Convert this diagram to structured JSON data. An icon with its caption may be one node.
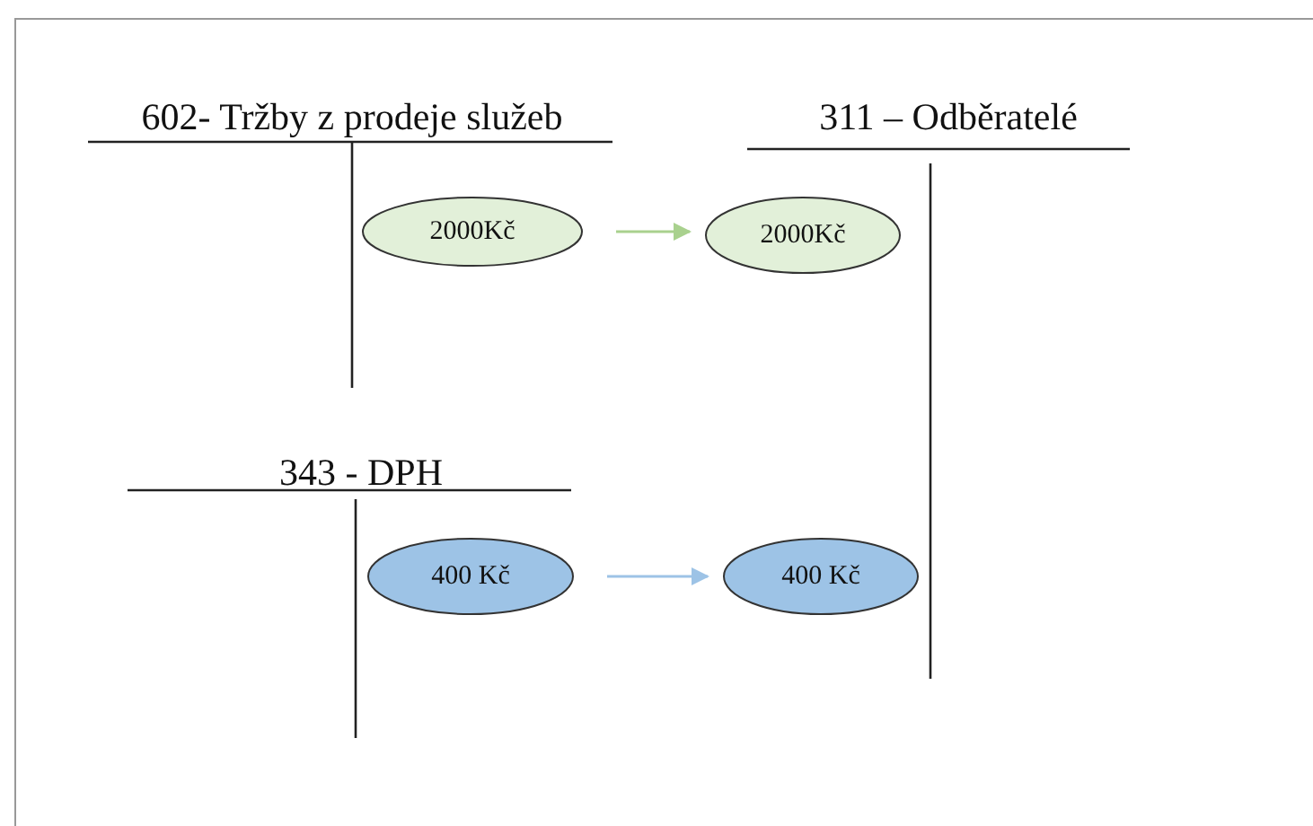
{
  "diagram": {
    "nodes": [
      {
        "text": [
          "602- Tržby z prodeje služeb"
        ]
      },
      {
        "text": [
          "2000Kč"
        ],
        "in": 0
      },
      {
        "text": [
          "311 – Odběratelé"
        ]
      },
      {
        "text": [
          "2000Kč"
        ],
        "in": 2
      },
      {
        "text": [
          "343 - DPH"
        ]
      },
      {
        "text": [
          "400 Kč"
        ],
        "in": 4
      },
      {
        "text": [
          "400 Kč"
        ],
        "in": 2
      }
    ],
    "edges": [
      {
        "from": 1,
        "to": 3,
        "arrow": "to",
        "color": "#a9d18e"
      },
      {
        "from": 5,
        "to": 6,
        "arrow": "to",
        "color": "#9dc3e6"
      }
    ]
  }
}
